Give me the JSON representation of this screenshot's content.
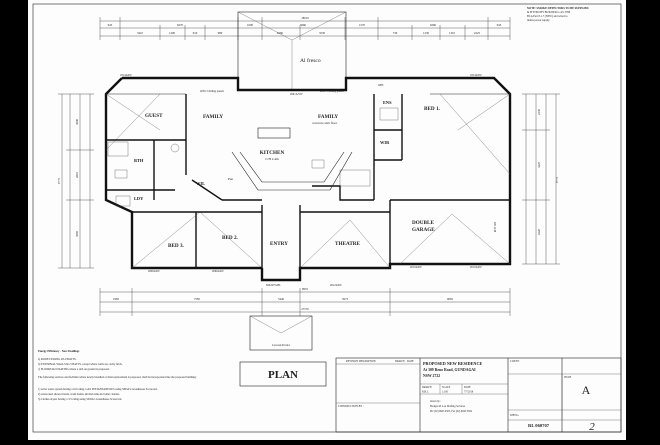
{
  "notes": {
    "top_right_line1": "NOTE: SMOKE DETECTORS TO BE SUPPLIED",
    "top_right_line2": "& FITTED BY BUILDER to AS 3786",
    "top_right_line3": "BCA Part 8.1.7 (NSW) and wired to",
    "top_right_line4": "mains power supply."
  },
  "rooms": {
    "alfresco": "Al fresco",
    "guest": "GUEST",
    "family_left": "FAMILY",
    "family_right": "FAMILY",
    "family_right_sub": "concrete slab floor",
    "kitchen": "KITCHEN",
    "kitchen_sub": "C/H 2.4m",
    "bed1": "BED 1.",
    "bed2": "BED 2.",
    "bed3": "BED 3.",
    "entry": "ENTRY",
    "theatre": "THEATRE",
    "garage_line1": "DOUBLE",
    "garage_line2": "GARAGE",
    "bth": "BTH",
    "ldy": "LDY",
    "wil": "WIL",
    "wir": "WIR",
    "ens": "ENS",
    "pan": "Pan"
  },
  "openings": {
    "slide_left": "2056 3 sliding panels",
    "slide_right": "2056 3 sliding panels",
    "w_alfresco": "2061A/SW",
    "w_top_left": "1814ASW",
    "w_top_right": "1814ASW",
    "w_bottom_left": "2006ASW",
    "w_bottom_mid": "2066ASW",
    "w_theatre": "2012ASW",
    "w_garage_left": "2010ASW",
    "w_garage_right": "2010ASW",
    "door_entry": "8262D+GHL",
    "obs": "OBS",
    "garage_door": "RD 2148"
  },
  "dimensions": {
    "top_total": "18010",
    "top_segments": [
      "945",
      "6270",
      "1000",
      "5660",
      "1570",
      "6260",
      "945"
    ],
    "top_sub": [
      "3410",
      "1200",
      "910",
      "980",
      "6260",
      "3530",
      "730",
      "1230",
      "1310",
      "2225"
    ],
    "bottom_total": "27570",
    "bottom_segments": [
      "1985",
      "7585",
      "5973",
      "9065",
      "5440"
    ],
    "bottom_mid": "9955",
    "left_total": "9775",
    "right_total": "9775",
    "left_segments": [
      "3000",
      "2810",
      "3985"
    ],
    "right_segments": [
      "2330",
      "3225",
      "4220"
    ]
  },
  "covered_porch": "Covered Portico",
  "energy": {
    "title": "Energy Efficiency - New Dwellings",
    "line1": "a) ROOF/CEILING R3.0 BATTS.",
    "line2": "b) EXTERNAL WALLS R1.5 BATTS. except where walls are cavity brick.",
    "line3": "c) FLOORS R2.0 RATING where a slab on ground is proposed.",
    "para": "The following services and facilities where newly installed or their replacement is proposed, shall be incorporated into the proposed building:",
    "item1": "1) A hot water system having a 6.0 rating, GAS INSTANTANEOUS using SEDA's Greenhouse Scorecard.",
    "item2": "2) AAA rated shower heads, wash basins, kitchen sink and toilet cisterns.",
    "item3": "3) Clothes dryers having a 3.5 rating using SEDA's Greenhouse Scorecard."
  },
  "plan_label": "PLAN",
  "title_block": {
    "rev_header": "REVISION DESCRIPTION",
    "drawn": "DRAWN",
    "date": "DATE",
    "project": "PROPOSED NEW RESIDENCE",
    "address1": "At 309 Reno Road, GUNDAGAI",
    "address2": "NSW  2722",
    "drawn_label": "DRAWN",
    "scale_label": "SCALE",
    "date_label": "DATE",
    "drawn_val": "R.H.L",
    "scale_val": "1:100",
    "date_val": "7/7/2016",
    "designer1": "drawn by:",
    "designer2": "Hodges M. Lee Drafting Services",
    "designer3": "Ph: (02) 9945 0505, Fax (02) 9945 0504",
    "client": "CLIENT",
    "issue_label": "ISSUE",
    "issue": "A",
    "sheet": "2",
    "job_label": "JOB No.",
    "job": "RL 060707",
    "construction": "CONSTRUCTION BY :"
  }
}
